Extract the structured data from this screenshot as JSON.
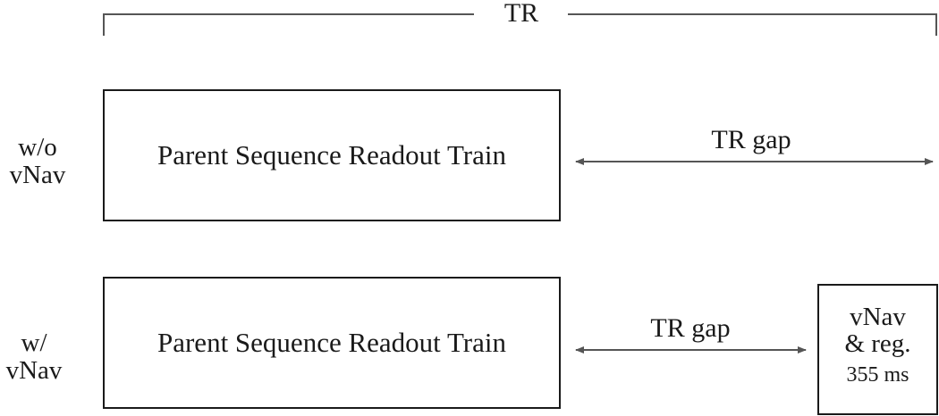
{
  "top_bracket": {
    "label": "TR"
  },
  "rows": [
    {
      "label_line1": "w/o",
      "label_line2": "vNav",
      "box_label": "Parent Sequence Readout Train",
      "gap_label": "TR gap"
    },
    {
      "label_line1": "w/",
      "label_line2": "vNav",
      "box_label": "Parent Sequence Readout Train",
      "gap_label": "TR gap",
      "vnav_box": {
        "line1": "vNav",
        "line2": "& reg.",
        "line3": "355 ms"
      }
    }
  ],
  "colors": {
    "line": "#1a1a1a",
    "arrow": "#555555"
  }
}
